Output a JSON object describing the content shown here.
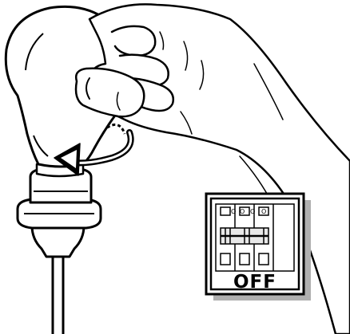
{
  "breaker_panel": {
    "status_label": "OFF",
    "switch_marks": [
      "O",
      "O",
      "O",
      "O"
    ]
  },
  "colors": {
    "line": "#000000",
    "background": "#ffffff",
    "panel_shadow": "#b0b0b0",
    "switch_fill": "#e8e8e8"
  },
  "icons": {
    "direction": "counterclockwise-arrow-icon",
    "hand": "hand-illustration",
    "bulb": "light-bulb-illustration",
    "socket": "lamp-socket-illustration",
    "breaker": "circuit-breaker-icon"
  }
}
